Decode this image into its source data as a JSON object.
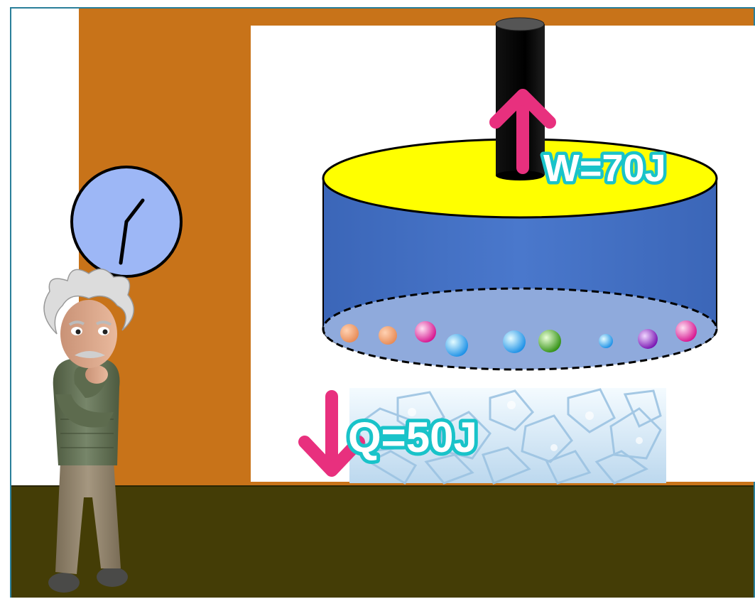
{
  "labels": {
    "work": "W=70J",
    "heat": "Q=50J"
  },
  "colors": {
    "wall": "#c87319",
    "floor": "#443d06",
    "board": "#ffffff",
    "clock_face": "#9db7f6",
    "piston_top": "#ffff00",
    "cylinder": "#4472c4",
    "gas_base": "#8faadc",
    "arrow": "#e8307e",
    "label_fill": "#ffffff",
    "label_stroke": "#19c3c9"
  },
  "icons": {
    "clock": "wall-clock-icon",
    "character": "scientist-thinking-character",
    "ice": "ice-cubes-image",
    "up_arrow": "arrow-up-icon",
    "down_arrow": "arrow-down-icon"
  }
}
